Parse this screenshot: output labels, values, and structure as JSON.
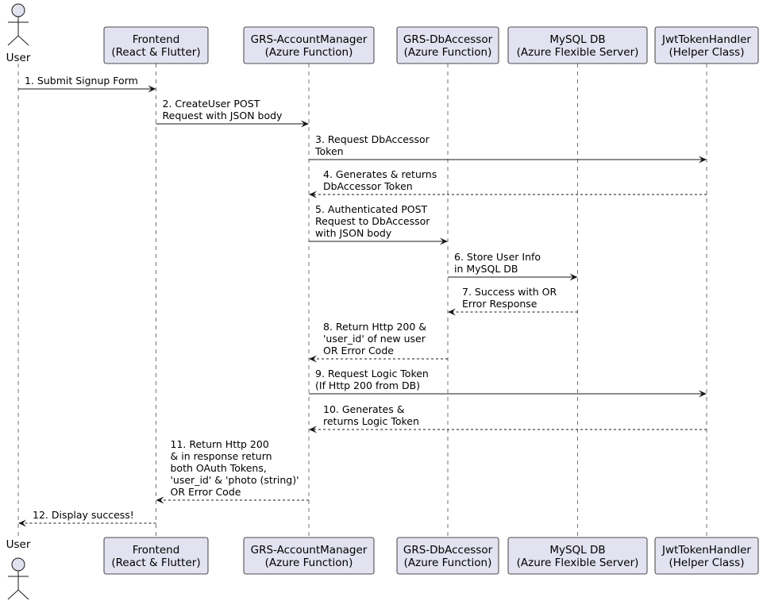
{
  "diagram": {
    "participants": [
      {
        "id": "user",
        "type": "actor",
        "lines": [
          "User"
        ]
      },
      {
        "id": "frontend",
        "type": "box",
        "lines": [
          "Frontend",
          "(React & Flutter)"
        ]
      },
      {
        "id": "account_manager",
        "type": "box",
        "lines": [
          "GRS-AccountManager",
          "(Azure Function)"
        ]
      },
      {
        "id": "db_accessor",
        "type": "box",
        "lines": [
          "GRS-DbAccessor",
          "(Azure Function)"
        ]
      },
      {
        "id": "mysql",
        "type": "box",
        "lines": [
          "MySQL DB",
          "(Azure Flexible Server)"
        ]
      },
      {
        "id": "jwt",
        "type": "box",
        "lines": [
          "JwtTokenHandler",
          "(Helper Class)"
        ]
      }
    ],
    "messages": [
      {
        "from": "user",
        "to": "frontend",
        "style": "solid",
        "lines": [
          "1. Submit Signup Form"
        ]
      },
      {
        "from": "frontend",
        "to": "account_manager",
        "style": "solid",
        "lines": [
          "2. CreateUser POST",
          "Request with JSON body"
        ]
      },
      {
        "from": "account_manager",
        "to": "jwt",
        "style": "solid",
        "lines": [
          "3. Request DbAccessor",
          "Token"
        ]
      },
      {
        "from": "jwt",
        "to": "account_manager",
        "style": "dashed",
        "lines": [
          "4. Generates & returns",
          "DbAccessor Token"
        ]
      },
      {
        "from": "account_manager",
        "to": "db_accessor",
        "style": "solid",
        "lines": [
          "5. Authenticated POST",
          "Request to DbAccessor",
          "with JSON body"
        ]
      },
      {
        "from": "db_accessor",
        "to": "mysql",
        "style": "solid",
        "lines": [
          "6. Store User Info",
          "in MySQL DB"
        ]
      },
      {
        "from": "mysql",
        "to": "db_accessor",
        "style": "dashed",
        "lines": [
          "7. Success with OR",
          "Error Response"
        ]
      },
      {
        "from": "db_accessor",
        "to": "account_manager",
        "style": "dashed",
        "lines": [
          "8. Return Http 200 &",
          "'user_id' of new user",
          "OR Error Code"
        ]
      },
      {
        "from": "account_manager",
        "to": "jwt",
        "style": "solid",
        "lines": [
          "9. Request Logic Token",
          "(If Http 200 from DB)"
        ]
      },
      {
        "from": "jwt",
        "to": "account_manager",
        "style": "dashed",
        "lines": [
          "10. Generates &",
          "returns Logic Token"
        ]
      },
      {
        "from": "account_manager",
        "to": "frontend",
        "style": "dashed",
        "lines": [
          "11. Return Http 200",
          "& in response return",
          "both OAuth Tokens,",
          "'user_id' & 'photo (string)'",
          "OR Error Code"
        ]
      },
      {
        "from": "frontend",
        "to": "user",
        "style": "dashed",
        "lines": [
          "12. Display success!"
        ]
      }
    ]
  }
}
